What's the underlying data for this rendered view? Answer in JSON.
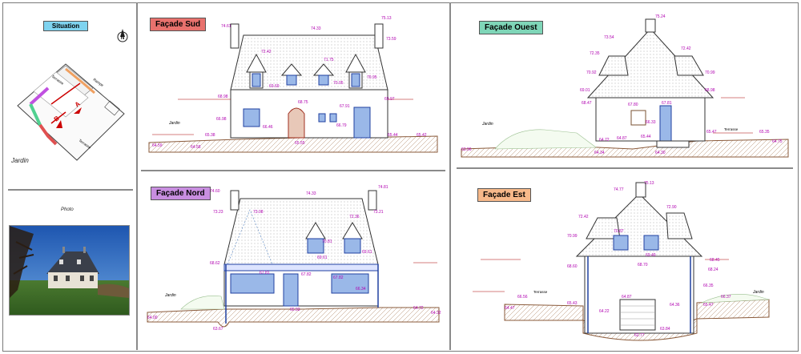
{
  "colors": {
    "sud": "#e8716d",
    "ouest": "#7fd6b8",
    "nord": "#c88ee0",
    "est": "#f7b98a",
    "situation": "#7fd3ef",
    "elev": "#b000b0",
    "marker": "#c00000"
  },
  "situation": {
    "title": "Situation",
    "north": "N",
    "labels": {
      "terrasse": "Terrasse",
      "rampe": "Rampe",
      "terrasse2": "Terrasse",
      "a": "A",
      "b": "B"
    },
    "jardin": "Jardin"
  },
  "photo": {
    "label": "Photo"
  },
  "sud": {
    "title": "Façade Sud",
    "jardin": "Jardin",
    "elevations": [
      "74.61",
      "74.33",
      "75.13",
      "73.59",
      "72.42",
      "71.75",
      "70.95",
      "69.69",
      "70.05",
      "68.98",
      "68.75",
      "67.91",
      "69.97",
      "66.98",
      "66.46",
      "66.79",
      "65.38",
      "65.55",
      "65.44",
      "65.42",
      "64.59",
      "64.58"
    ]
  },
  "ouest": {
    "title": "Façade Ouest",
    "jardin": "Jardin",
    "terrasse": "Terrasse",
    "elevations": [
      "75.24",
      "73.54",
      "72.35",
      "72.42",
      "70.92",
      "70.99",
      "69.01",
      "68.98",
      "68.47",
      "67.80",
      "67.81",
      "66.33",
      "65.44",
      "64.72",
      "64.87",
      "65.47",
      "65.35",
      "64.75",
      "63.96",
      "64.34",
      "64.30"
    ]
  },
  "nord": {
    "title": "Façade Nord",
    "jardin": "Jardin",
    "elevations": [
      "74.60",
      "74.33",
      "74.81",
      "73.23",
      "73.08",
      "72.36",
      "73.21",
      "70.81",
      "69.61",
      "69.61",
      "68.62",
      "67.81",
      "67.82",
      "67.82",
      "66.34",
      "65.93",
      "64.72",
      "64.32",
      "64.00",
      "63.67"
    ]
  },
  "est": {
    "title": "Façade Est",
    "jardin": "Jardin",
    "terrasse": "Terrasse",
    "elevations": [
      "74.77",
      "75.13",
      "72.42",
      "72.90",
      "70.87",
      "70.99",
      "69.49",
      "68.60",
      "68.70",
      "68.45",
      "68.24",
      "66.56",
      "66.35",
      "65.43",
      "64.87",
      "64.36",
      "64.22",
      "65.47",
      "66.37",
      "64.47",
      "63.84",
      "62.77"
    ]
  }
}
